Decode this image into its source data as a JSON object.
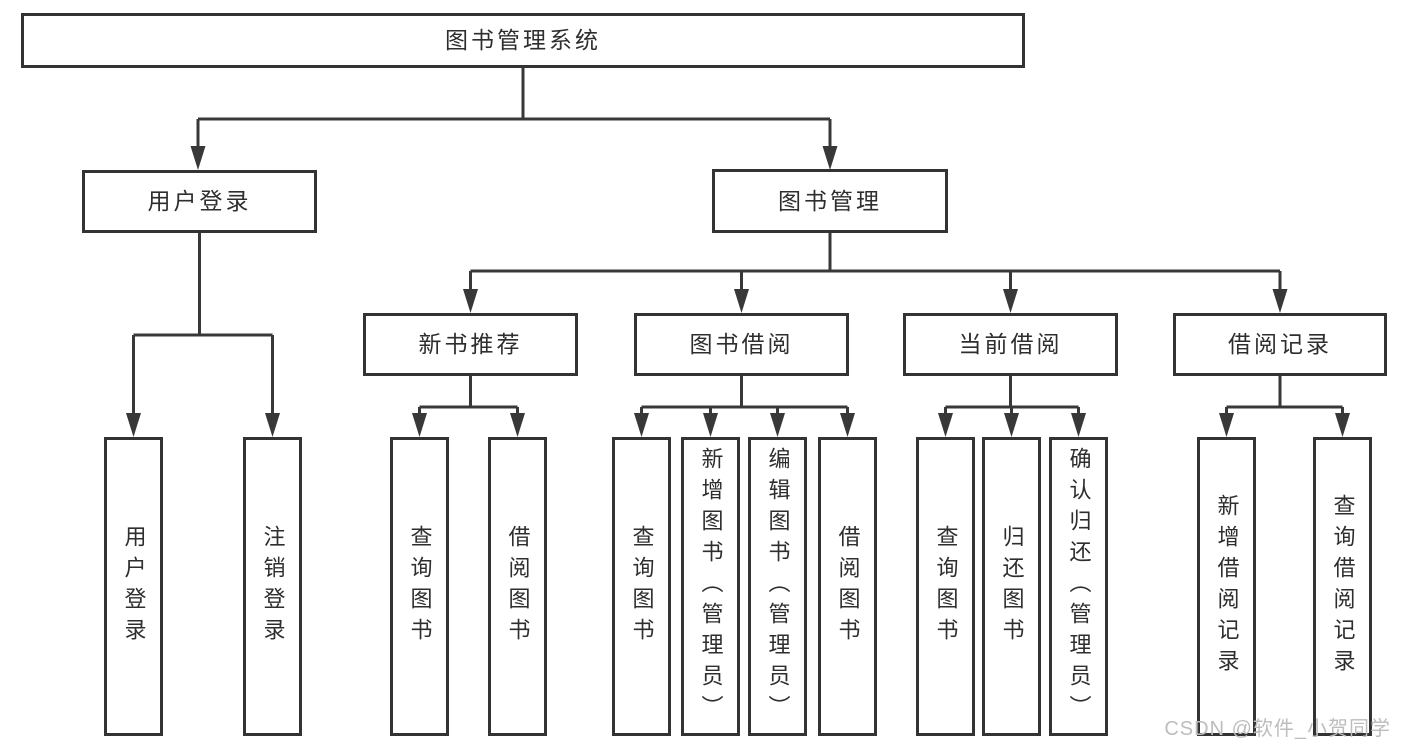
{
  "colors": {
    "line": "#383838",
    "border": "#333333",
    "text": "#2e2e2e",
    "watermark": "#bdbdbd",
    "background": "#ffffff"
  },
  "watermark": "CSDN @软件_小贺同学",
  "nodes": {
    "root": {
      "label": "图书管理系统"
    },
    "level2": [
      {
        "label": "用户登录"
      },
      {
        "label": "图书管理"
      }
    ],
    "level3": [
      {
        "label": "新书推荐"
      },
      {
        "label": "图书借阅"
      },
      {
        "label": "当前借阅"
      },
      {
        "label": "借阅记录"
      }
    ],
    "leaves": [
      {
        "label": "用户登录"
      },
      {
        "label": "注销登录"
      },
      {
        "label": "查询图书"
      },
      {
        "label": "借阅图书"
      },
      {
        "label": "查询图书"
      },
      {
        "label": "新增图书（管理员）"
      },
      {
        "label": "编辑图书（管理员）"
      },
      {
        "label": "借阅图书"
      },
      {
        "label": "查询图书"
      },
      {
        "label": "归还图书"
      },
      {
        "label": "确认归还（管理员）"
      },
      {
        "label": "新增借阅记录"
      },
      {
        "label": "查询借阅记录"
      }
    ]
  }
}
